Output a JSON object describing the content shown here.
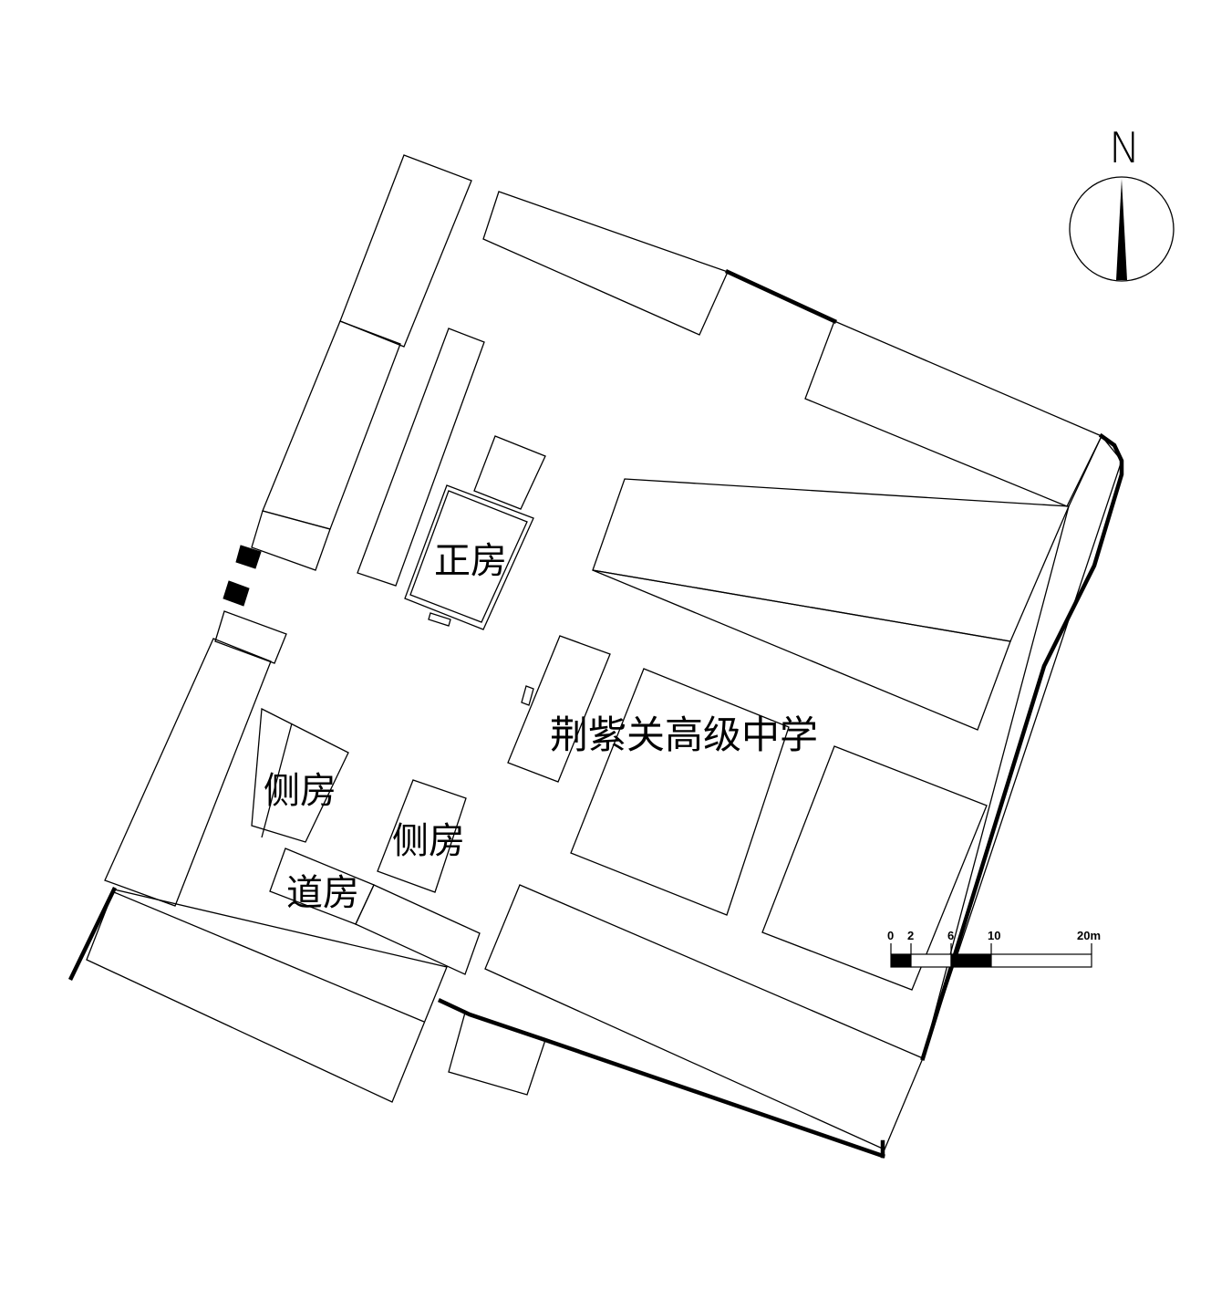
{
  "labels": {
    "main_house": "正房",
    "side_house_west": "侧房",
    "side_house_east": "侧房",
    "gate_house": "道房",
    "school": "荆紫关高级中学"
  },
  "north_arrow": {
    "letter": "N"
  },
  "scale_bar": {
    "ticks": [
      "0",
      "2",
      "6",
      "10",
      "20m"
    ],
    "segments_m": [
      2,
      4,
      4,
      10
    ],
    "segment_fill": [
      "#000000",
      "#ffffff",
      "#000000",
      "#ffffff"
    ]
  },
  "colors": {
    "line": "#000000",
    "background": "#ffffff"
  }
}
